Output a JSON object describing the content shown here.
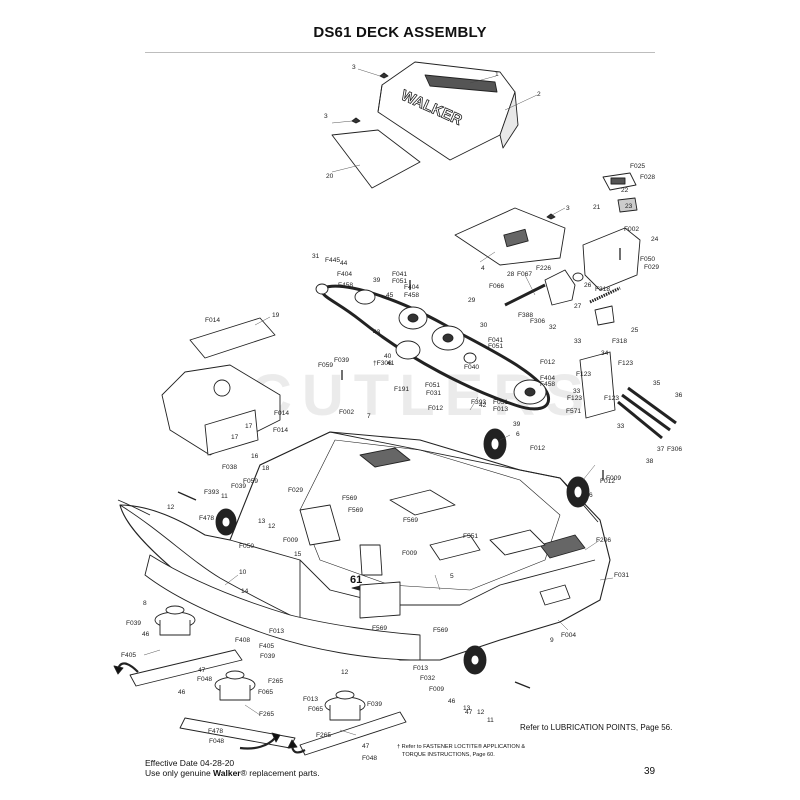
{
  "title": "DS61 DECK ASSEMBLY",
  "watermark": "CUTLERS",
  "footer": {
    "effective_date": "Effective Date 04-28-20",
    "use_prefix": "Use only genuine ",
    "use_brand": "Walker",
    "use_suffix": "® replacement parts.",
    "page_number": "39",
    "lube_ref": "Refer to LUBRICATION POINTS, Page 56.",
    "fastener_note_line1": "† Refer to FASTENER LOCTITE® APPLICATION &",
    "fastener_note_line2": "TORQUE INSTRUCTIONS, Page 60."
  },
  "decal_text": {
    "hood_logo": "WALKER",
    "deck_marking": "61"
  },
  "callouts": [
    "1",
    "2",
    "3",
    "3",
    "3",
    "20",
    "F025",
    "F028",
    "21",
    "22",
    "23",
    "F002",
    "24",
    "F050",
    "F029",
    "4",
    "F226",
    "31",
    "F445",
    "44",
    "F404",
    "F458",
    "39",
    "45",
    "F041",
    "F051",
    "F404",
    "F458",
    "28",
    "F067",
    "F066",
    "29",
    "F388",
    "F306",
    "F318",
    "26",
    "27",
    "25",
    "32",
    "F014",
    "19",
    "43",
    "30",
    "F041",
    "F051",
    "F012",
    "33",
    "34",
    "F123",
    "F123",
    "F318",
    "F059",
    "F039",
    "†F306",
    "40",
    "41",
    "F040",
    "F191",
    "F051",
    "F031",
    "F404",
    "F458",
    "33",
    "35",
    "F123",
    "F123",
    "F571",
    "36",
    "42",
    "F012",
    "F393",
    "F051",
    "F013",
    "7",
    "39",
    "6",
    "F012",
    "37",
    "38",
    "33",
    "F306",
    "F014",
    "F002",
    "17",
    "17",
    "F014",
    "16",
    "18",
    "F038",
    "F059",
    "F039",
    "F029",
    "F569",
    "F569",
    "F012",
    "F009",
    "6",
    "F393",
    "11",
    "12",
    "F478",
    "13",
    "12",
    "F050",
    "F009",
    "15",
    "F569",
    "F551",
    "F009",
    "F206",
    "5",
    "10",
    "14",
    "F031",
    "8",
    "F039",
    "46",
    "F013",
    "F569",
    "F569",
    "F004",
    "9",
    "F408",
    "F405",
    "F039",
    "F405",
    "47",
    "F048",
    "F265",
    "46",
    "F065",
    "F013",
    "F032",
    "F009",
    "12",
    "F039",
    "F013",
    "F065",
    "46",
    "13",
    "47",
    "12",
    "11",
    "F478",
    "F048",
    "F265",
    "47",
    "F048",
    "F265"
  ]
}
